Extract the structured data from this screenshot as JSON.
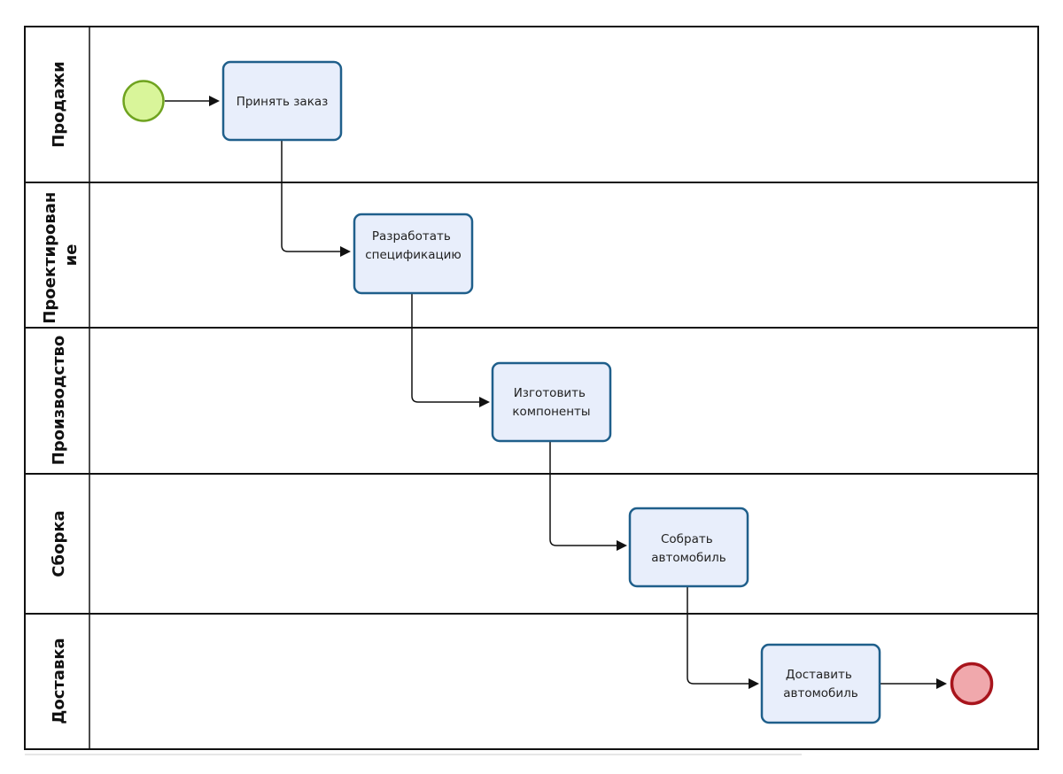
{
  "lanes": [
    {
      "id": "sales",
      "label": "Продажи",
      "lines": [
        "Продажи"
      ]
    },
    {
      "id": "design",
      "label": "Проектирование",
      "lines": [
        "Проектирован",
        "ие"
      ]
    },
    {
      "id": "production",
      "label": "Производство",
      "lines": [
        "Производство"
      ]
    },
    {
      "id": "assembly",
      "label": "Сборка",
      "lines": [
        "Сборка"
      ]
    },
    {
      "id": "delivery",
      "label": "Доставка",
      "lines": [
        "Доставка"
      ]
    }
  ],
  "tasks": [
    {
      "id": "accept-order",
      "lines": [
        "Принять заказ"
      ]
    },
    {
      "id": "develop-spec",
      "lines": [
        "Разработать",
        "спецификацию"
      ]
    },
    {
      "id": "make-components",
      "lines": [
        "Изготовить",
        "компоненты"
      ]
    },
    {
      "id": "assemble-car",
      "lines": [
        "Собрать",
        "автомобиль"
      ]
    },
    {
      "id": "deliver-car",
      "lines": [
        "Доставить",
        "автомобиль"
      ]
    }
  ],
  "events": {
    "start": {
      "color": "#d9f59a",
      "stroke": "#6fa31f"
    },
    "end": {
      "color": "#f0a8ac",
      "stroke": "#a8141c"
    }
  },
  "colors": {
    "task_fill": "#e8eefb",
    "task_stroke": "#1f5f8b",
    "line": "#111111"
  }
}
